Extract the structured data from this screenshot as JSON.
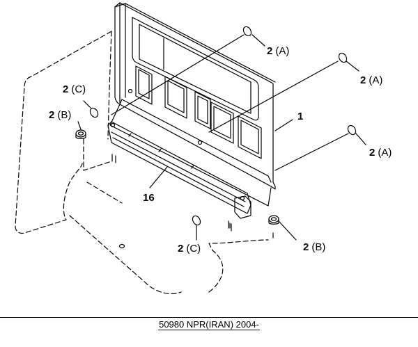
{
  "callouts": {
    "a1": {
      "num": "2",
      "suffix": "(A)"
    },
    "a2": {
      "num": "2",
      "suffix": "(A)"
    },
    "a3": {
      "num": "2",
      "suffix": "(A)"
    },
    "c_top": {
      "num": "2",
      "suffix": "(C)"
    },
    "b_left": {
      "num": "2",
      "suffix": "(B)"
    },
    "c_bottom": {
      "num": "2",
      "suffix": "(C)"
    },
    "b_bottom": {
      "num": "2",
      "suffix": "(B)"
    }
  },
  "parts": {
    "panel": "1",
    "rail": "16"
  },
  "footer": {
    "caption": "50980 NPR(IRAN) 2004-"
  }
}
